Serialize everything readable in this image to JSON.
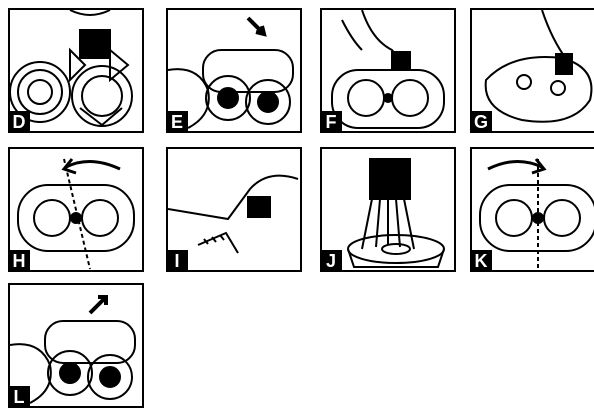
{
  "panels": [
    {
      "letter": "D",
      "icon": "brush-cleaning-head-icon"
    },
    {
      "letter": "E",
      "icon": "open-shaving-unit-icon"
    },
    {
      "letter": "F",
      "icon": "brush-cutters-icon"
    },
    {
      "letter": "G",
      "icon": "brush-holder-icon"
    },
    {
      "letter": "H",
      "icon": "unlock-retaining-frame-icon"
    },
    {
      "letter": "I",
      "icon": "brush-trimmer-teeth-icon"
    },
    {
      "letter": "J",
      "icon": "brush-cutter-guard-icon"
    },
    {
      "letter": "K",
      "icon": "lock-retaining-frame-icon"
    },
    {
      "letter": "L",
      "icon": "close-shaving-unit-icon"
    }
  ]
}
